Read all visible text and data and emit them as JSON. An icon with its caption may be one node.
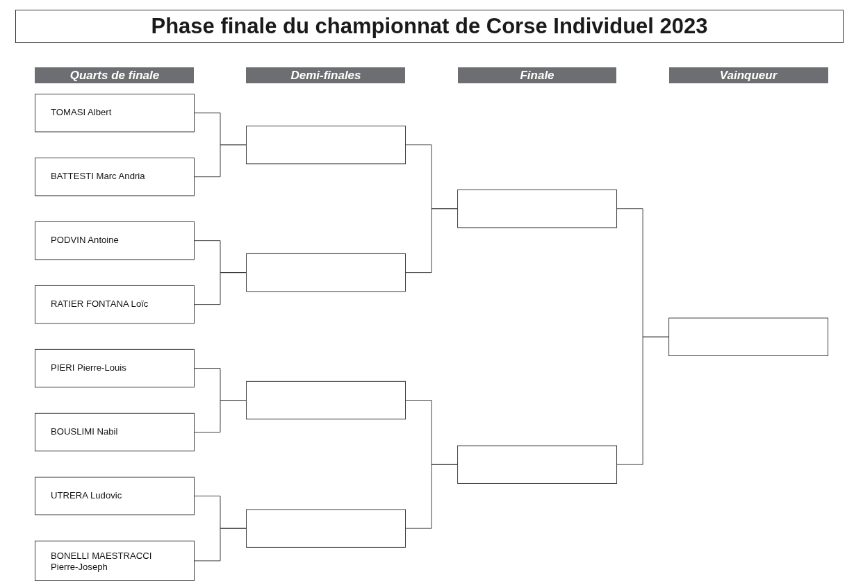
{
  "diagram": {
    "title": "Phase finale du championnat de Corse Individuel 2023",
    "nodes": [
      {
        "text": [
          "TOMASI Albert"
        ]
      },
      {
        "text": [
          "BATTESTI Marc Andria"
        ]
      },
      {
        "text": [
          "PODVIN Antoine"
        ]
      },
      {
        "text": [
          "RATIER FONTANA Loïc"
        ]
      },
      {
        "text": [
          "PIERI Pierre-Louis"
        ]
      },
      {
        "text": [
          "BOUSLIMI Nabil"
        ]
      },
      {
        "text": [
          "UTRERA Ludovic"
        ]
      },
      {
        "text": [
          "BONELLI MAESTRACCI Pierre-Joseph"
        ]
      },
      {
        "text": [],
        "shape": "box"
      },
      {
        "text": [],
        "shape": "box"
      },
      {
        "text": [],
        "shape": "box"
      },
      {
        "text": [],
        "shape": "box"
      },
      {
        "text": [],
        "shape": "box"
      },
      {
        "text": [],
        "shape": "box"
      },
      {
        "text": [],
        "shape": "box"
      }
    ],
    "edges": [
      {
        "from": 0,
        "to": 8,
        "arrow": "none"
      },
      {
        "from": 1,
        "to": 8,
        "arrow": "none"
      },
      {
        "from": 2,
        "to": 9,
        "arrow": "none"
      },
      {
        "from": 3,
        "to": 9,
        "arrow": "none"
      },
      {
        "from": 4,
        "to": 10,
        "arrow": "none"
      },
      {
        "from": 5,
        "to": 10,
        "arrow": "none"
      },
      {
        "from": 6,
        "to": 11,
        "arrow": "none"
      },
      {
        "from": 7,
        "to": 11,
        "arrow": "none"
      },
      {
        "from": 8,
        "to": 12,
        "arrow": "none"
      },
      {
        "from": 9,
        "to": 12,
        "arrow": "none"
      },
      {
        "from": 10,
        "to": 13,
        "arrow": "none"
      },
      {
        "from": 11,
        "to": 13,
        "arrow": "none"
      },
      {
        "from": 12,
        "to": 14,
        "arrow": "none"
      },
      {
        "from": 13,
        "to": 14,
        "arrow": "none"
      }
    ],
    "labels": [
      "Quarts de finale",
      "Demi-finales",
      "Finale",
      "Vainqueur"
    ]
  }
}
